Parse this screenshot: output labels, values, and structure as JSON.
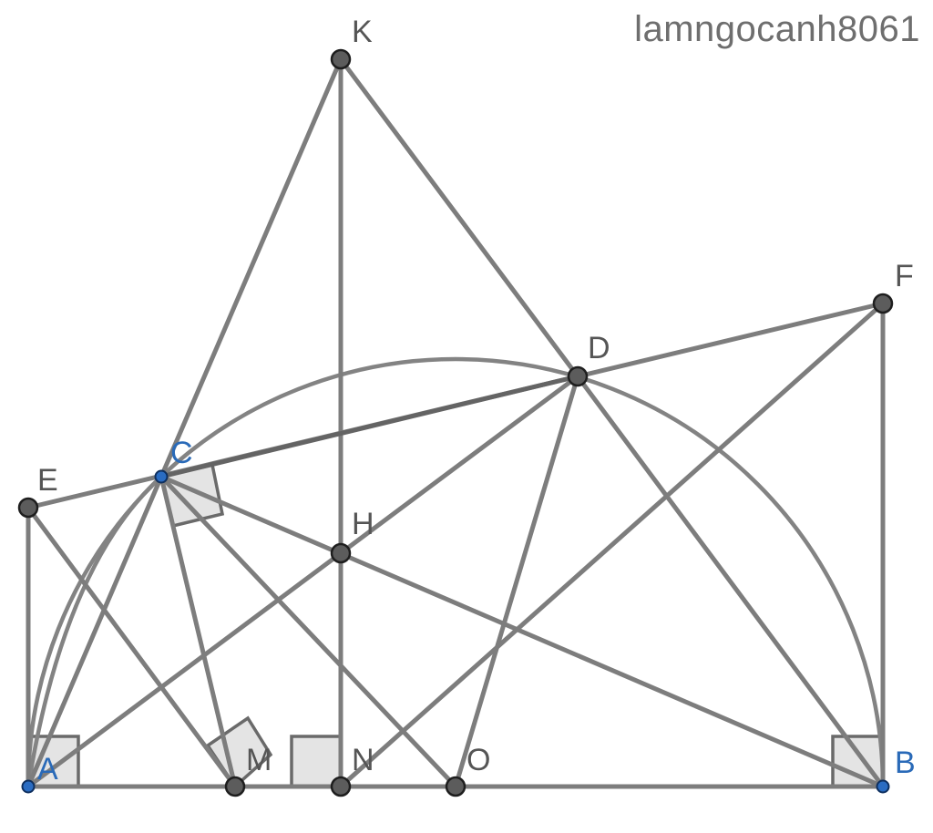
{
  "watermark": "lamngocanh8061",
  "points": [
    {
      "id": "A",
      "label": "A",
      "style": "blue"
    },
    {
      "id": "B",
      "label": "B",
      "style": "blue"
    },
    {
      "id": "C",
      "label": "C",
      "style": "blue"
    },
    {
      "id": "D",
      "label": "D",
      "style": "dark"
    },
    {
      "id": "E",
      "label": "E",
      "style": "dark"
    },
    {
      "id": "F",
      "label": "F",
      "style": "dark"
    },
    {
      "id": "H",
      "label": "H",
      "style": "dark"
    },
    {
      "id": "K",
      "label": "K",
      "style": "dark"
    },
    {
      "id": "M",
      "label": "M",
      "style": "dark"
    },
    {
      "id": "N",
      "label": "N",
      "style": "dark"
    },
    {
      "id": "O",
      "label": "O",
      "style": "dark"
    }
  ],
  "segments": [
    [
      "A",
      "B"
    ],
    [
      "A",
      "E"
    ],
    [
      "B",
      "F"
    ],
    [
      "E",
      "F"
    ],
    [
      "K",
      "C"
    ],
    [
      "K",
      "D"
    ],
    [
      "K",
      "N"
    ],
    [
      "C",
      "A"
    ],
    [
      "C",
      "M"
    ],
    [
      "C",
      "O"
    ],
    [
      "C",
      "B"
    ],
    [
      "A",
      "D"
    ],
    [
      "D",
      "O"
    ],
    [
      "D",
      "B"
    ],
    [
      "E",
      "M"
    ],
    [
      "N",
      "F"
    ]
  ],
  "right_angles": [
    "A",
    "B",
    "C",
    "M",
    "N"
  ],
  "arcs": [
    "semicircle-AB",
    "arc-AC"
  ],
  "colors": {
    "line": "#7d7d7d",
    "point_dark": "#5c5c5c",
    "point_blue": "#2a6cc2",
    "label_dark": "#555555",
    "label_blue": "#2a6ab8",
    "right_angle_fill": "#e4e4e4"
  }
}
